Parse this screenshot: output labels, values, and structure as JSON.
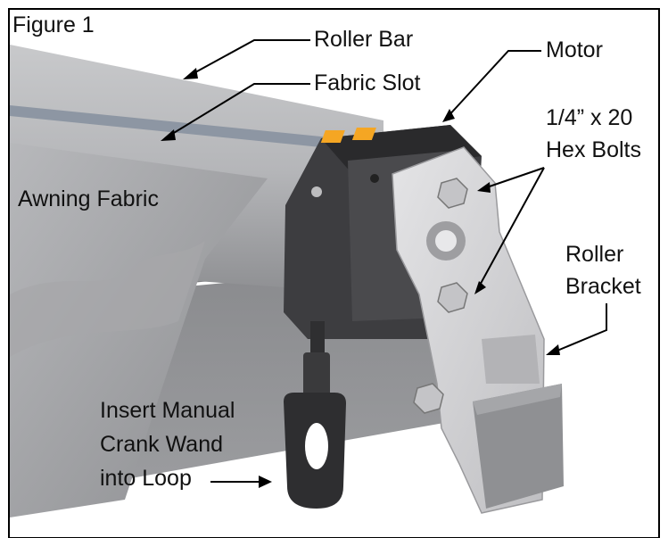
{
  "figure": {
    "title": "Figure 1",
    "labels": {
      "roller_bar": "Roller Bar",
      "fabric_slot": "Fabric Slot",
      "motor": "Motor",
      "hex_bolts_line1": "1/4” x 20",
      "hex_bolts_line2": "Hex Bolts",
      "awning_fabric": "Awning Fabric",
      "roller_bracket_line1": "Roller",
      "roller_bracket_line2": "Bracket",
      "crank_line1": "Insert Manual",
      "crank_line2": "Crank Wand",
      "crank_line3": "into Loop"
    }
  },
  "colors": {
    "motor_dark": "#3a3a3c",
    "motor_accent": "#f5a623",
    "bracket": "#d4d4d6",
    "roller": "#a9aaad",
    "fabric": "#9a9b9e"
  }
}
